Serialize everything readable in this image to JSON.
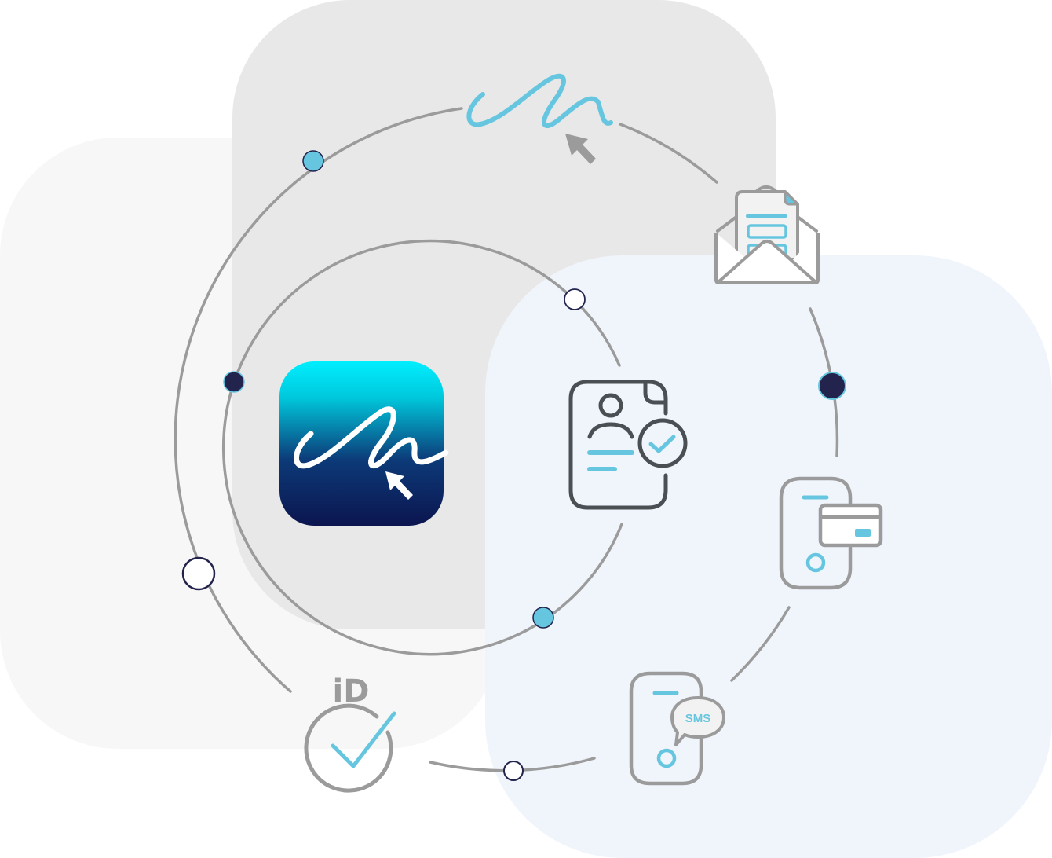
{
  "diagram": {
    "title": "E-signature workflow cycle",
    "colors": {
      "background": "#ffffff",
      "panel_light": "#f7f7f7",
      "panel_mid": "#e8e8e8",
      "panel_blue": "#f0f5fc",
      "ring_stroke": "#9b9b9b",
      "accent_blue": "#66c6e0",
      "navy": "#22244d",
      "icon_dark": "#4a4f54",
      "icon_gray": "#9b9b9b",
      "app_gradient_top": "#00eeff",
      "app_gradient_bottom": "#0c154f"
    },
    "center_app_icon": {
      "name": "e-signature app",
      "icon": "signature-cursor-icon"
    },
    "nodes": [
      {
        "id": "signature",
        "icon": "signature-cursor-icon",
        "label": ""
      },
      {
        "id": "email-document",
        "icon": "open-envelope-document-icon",
        "label": ""
      },
      {
        "id": "verified-profile-document",
        "icon": "profile-document-check-icon",
        "label": ""
      },
      {
        "id": "mobile-payment",
        "icon": "phone-credit-card-icon",
        "label": ""
      },
      {
        "id": "sms-verification",
        "icon": "phone-sms-icon",
        "label": "SMS"
      },
      {
        "id": "id-verification",
        "icon": "id-checkmark-icon",
        "label": "iD"
      }
    ],
    "dots": [
      {
        "position": "outer-top-left",
        "style": "blue-filled"
      },
      {
        "position": "outer-left",
        "style": "white-navy-outline-large"
      },
      {
        "position": "outer-right",
        "style": "navy-filled"
      },
      {
        "position": "outer-bottom",
        "style": "white-navy-outline-small"
      },
      {
        "position": "inner-left",
        "style": "navy-filled"
      },
      {
        "position": "inner-top-right",
        "style": "white-navy-outline"
      },
      {
        "position": "inner-bottom-right",
        "style": "blue-filled"
      }
    ]
  }
}
